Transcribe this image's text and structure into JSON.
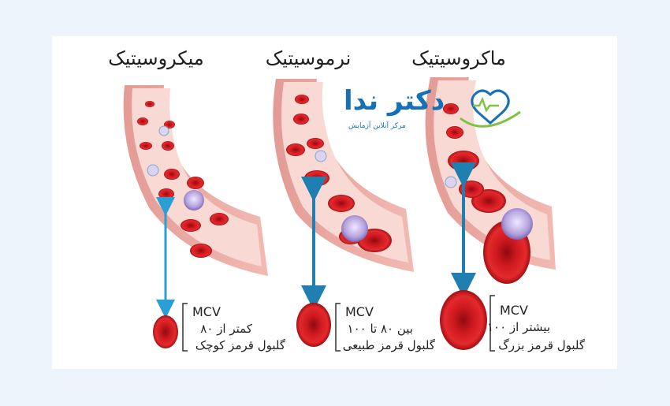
{
  "panels": [
    {
      "title": "میکروسیتیک",
      "mcv": "MCV",
      "range": "کمتر از ۸۰",
      "cell_type": "گلبول قرمز کوچک"
    },
    {
      "title": "نرموسیتیک",
      "mcv": "MCV",
      "range": "بین ۸۰ تا ۱۰۰",
      "cell_type": "گلبول قرمز طبیعی"
    },
    {
      "title": "ماکروسیتیک",
      "mcv": "MCV",
      "range": "بیشتر از ۱۰۰",
      "cell_type": "گلبول قرمز بزرگ"
    }
  ],
  "logo": {
    "name": "دکتر ندا",
    "tagline": "مرکز آنلاین آزمایش",
    "icon": "heart-wave-icon"
  },
  "colors": {
    "background": "#eef4fb",
    "vessel_wall": "#e8a6a0",
    "vessel_inner": "#f6d2cc",
    "rbc": "#c9161d",
    "arrow": "#2a9fd6",
    "wbc": "#b7a6df",
    "brand": "#1670b8"
  }
}
